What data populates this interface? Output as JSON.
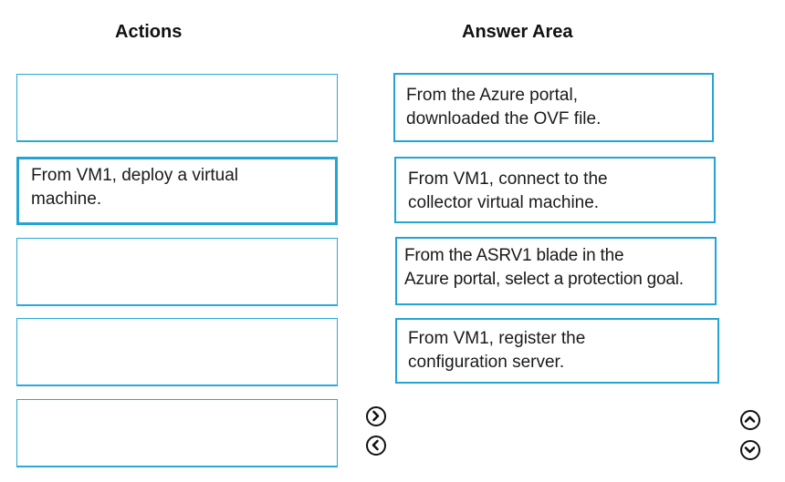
{
  "headings": {
    "actions": "Actions",
    "answer_area": "Answer Area"
  },
  "actions": [
    {
      "text": ""
    },
    {
      "text": "From VM1, deploy a virtual\nmachine."
    },
    {
      "text": ""
    },
    {
      "text": ""
    },
    {
      "text": ""
    }
  ],
  "answer_area": [
    {
      "text": "From the Azure portal,\ndownloaded the OVF file."
    },
    {
      "text": "From VM1, connect to the\ncollector virtual machine."
    },
    {
      "text": "From the ASRV1 blade in the\nAzure portal, select a protection goal."
    },
    {
      "text": "From VM1, register the\nconfiguration server."
    }
  ],
  "controls": {
    "move_right": "chevron-right-icon",
    "move_left": "chevron-left-icon",
    "move_up": "chevron-up-icon",
    "move_down": "chevron-down-icon"
  },
  "colors": {
    "border_accent": "#22a5d4",
    "text": "#1a1a1a"
  }
}
